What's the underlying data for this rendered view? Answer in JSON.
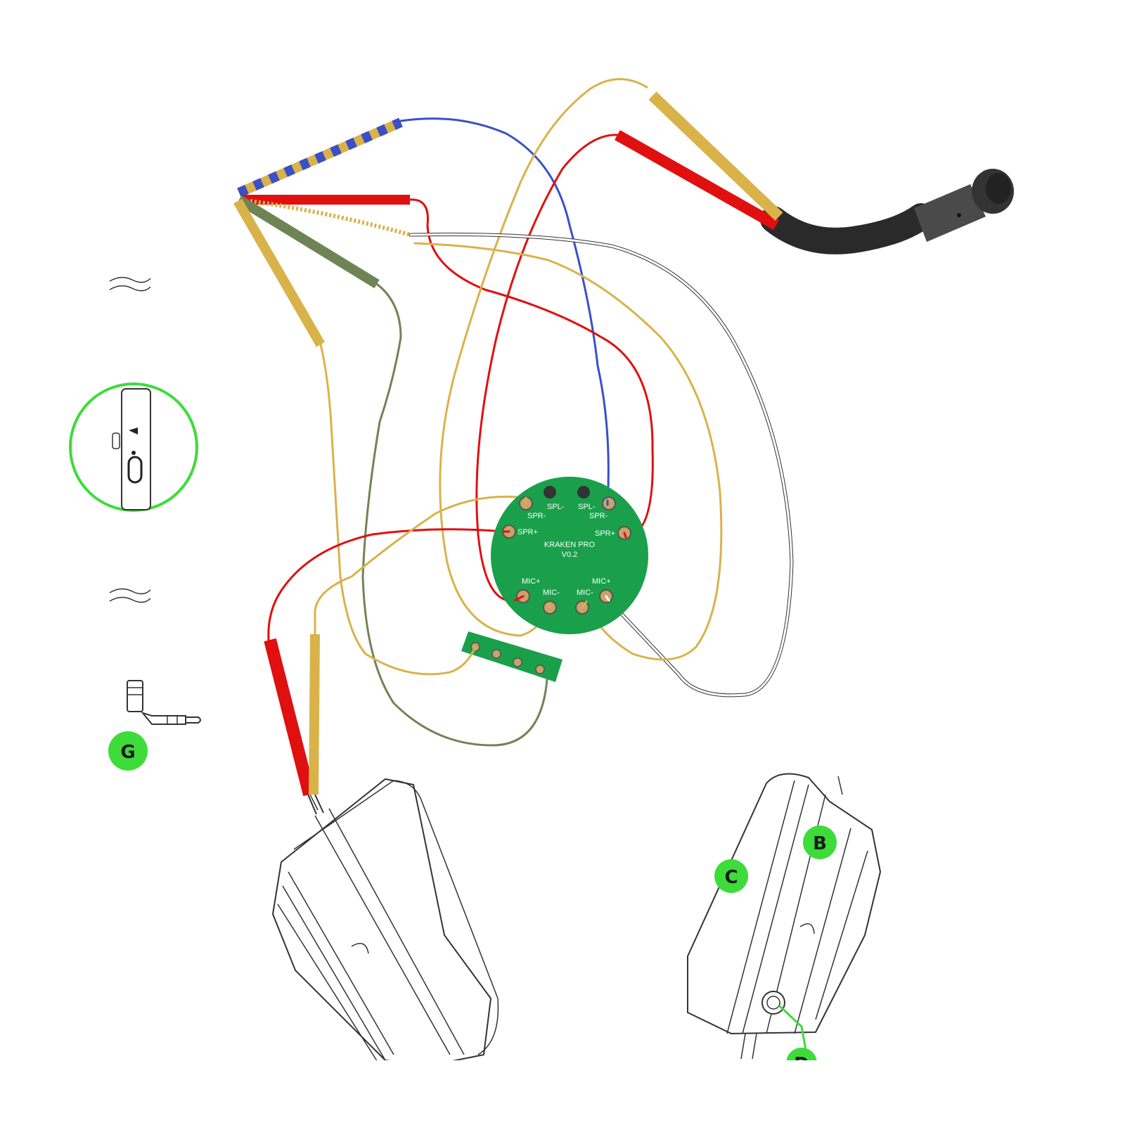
{
  "board": {
    "title_line1": "KRAKEN PRO",
    "title_line2": "V0.2",
    "color": "#1aa04a",
    "pads": {
      "spl_left": "SPL-",
      "spl_right": "SPL-",
      "spr_minus_left": "SPR-",
      "spr_minus_right": "SPR-",
      "spr_plus_left": "SPR+",
      "spr_plus_right": "SPR+",
      "mic_plus_left": "MIC+",
      "mic_minus_left": "MIC-",
      "mic_minus_right": "MIC-",
      "mic_plus_right": "MIC+"
    }
  },
  "callouts": {
    "g": "G",
    "b": "B",
    "c": "C",
    "d": "D"
  },
  "colors": {
    "wire_gold": "#d9b24a",
    "wire_red": "#e01010",
    "wire_blue": "#3a4fc8",
    "wire_olive": "#6f8455",
    "wire_white": "#ffffff",
    "callout_green": "#3ddc3a",
    "mic_boom": "#2a2a2a"
  }
}
